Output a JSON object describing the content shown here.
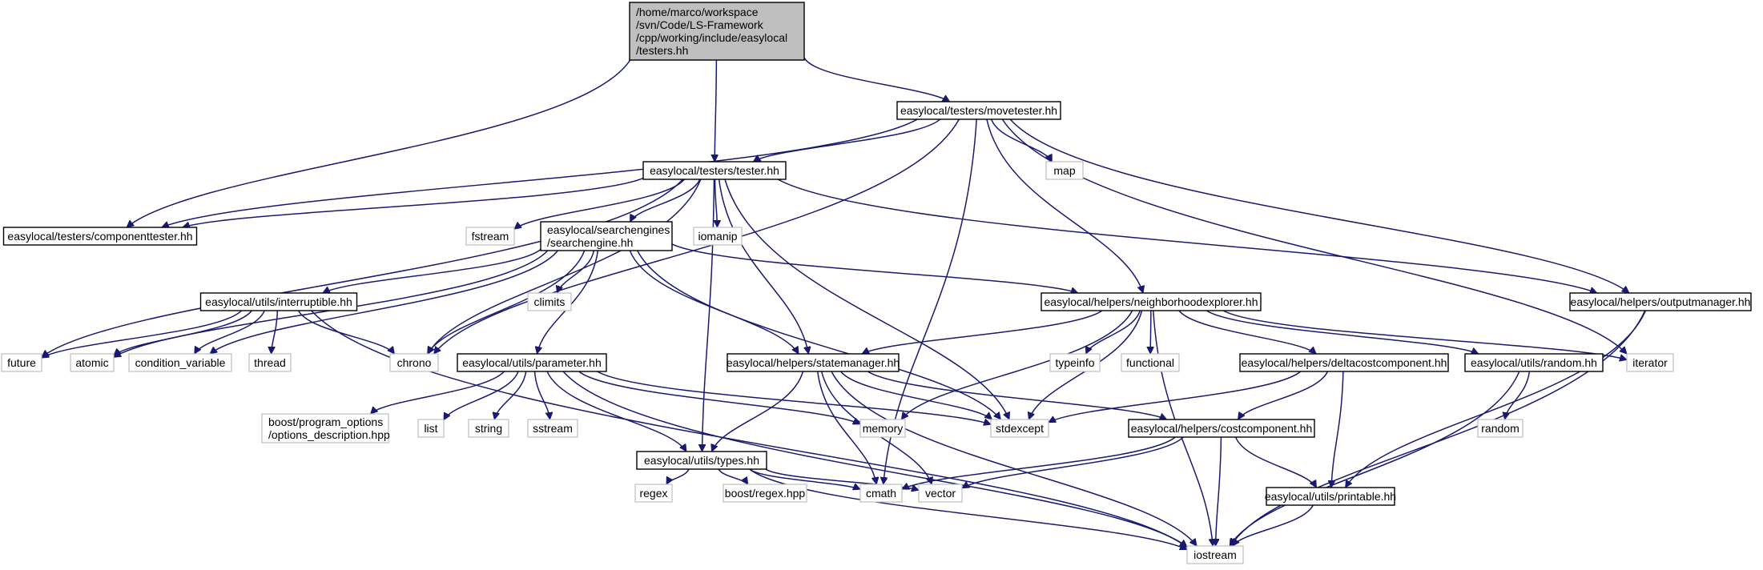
{
  "graph": {
    "nodes": [
      {
        "id": "root",
        "lines": [
          "/home/marco/workspace",
          "/svn/Code/LS-Framework",
          "/cpp/working/include/easylocal",
          "/testers.hh"
        ],
        "kind": "root"
      },
      {
        "id": "movetester",
        "lines": [
          "easylocal/testers/movetester.hh"
        ],
        "kind": "project"
      },
      {
        "id": "tester",
        "lines": [
          "easylocal/testers/tester.hh"
        ],
        "kind": "project"
      },
      {
        "id": "componenttester",
        "lines": [
          "easylocal/testers/componenttester.hh"
        ],
        "kind": "project"
      },
      {
        "id": "map",
        "lines": [
          "map"
        ],
        "kind": "system"
      },
      {
        "id": "fstream",
        "lines": [
          "fstream"
        ],
        "kind": "system"
      },
      {
        "id": "searchengine",
        "lines": [
          "easylocal/searchengines",
          "/searchengine.hh"
        ],
        "kind": "project"
      },
      {
        "id": "iomanip",
        "lines": [
          "iomanip"
        ],
        "kind": "system"
      },
      {
        "id": "outputmanager",
        "lines": [
          "easylocal/helpers/outputmanager.hh"
        ],
        "kind": "project"
      },
      {
        "id": "interruptible",
        "lines": [
          "easylocal/utils/interruptible.hh"
        ],
        "kind": "project"
      },
      {
        "id": "climits",
        "lines": [
          "climits"
        ],
        "kind": "system"
      },
      {
        "id": "neighborhoodexplorer",
        "lines": [
          "easylocal/helpers/neighborhoodexplorer.hh"
        ],
        "kind": "project"
      },
      {
        "id": "future",
        "lines": [
          "future"
        ],
        "kind": "system"
      },
      {
        "id": "atomic",
        "lines": [
          "atomic"
        ],
        "kind": "system"
      },
      {
        "id": "condition_variable",
        "lines": [
          "condition_variable"
        ],
        "kind": "system"
      },
      {
        "id": "thread",
        "lines": [
          "thread"
        ],
        "kind": "system"
      },
      {
        "id": "chrono",
        "lines": [
          "chrono"
        ],
        "kind": "system"
      },
      {
        "id": "parameter",
        "lines": [
          "easylocal/utils/parameter.hh"
        ],
        "kind": "project"
      },
      {
        "id": "statemanager",
        "lines": [
          "easylocal/helpers/statemanager.hh"
        ],
        "kind": "project"
      },
      {
        "id": "typeinfo",
        "lines": [
          "typeinfo"
        ],
        "kind": "system"
      },
      {
        "id": "functional",
        "lines": [
          "functional"
        ],
        "kind": "system"
      },
      {
        "id": "deltacostcomponent",
        "lines": [
          "easylocal/helpers/deltacostcomponent.hh"
        ],
        "kind": "project"
      },
      {
        "id": "random_hh",
        "lines": [
          "easylocal/utils/random.hh"
        ],
        "kind": "project"
      },
      {
        "id": "iterator",
        "lines": [
          "iterator"
        ],
        "kind": "system"
      },
      {
        "id": "boost_po",
        "lines": [
          "boost/program_options",
          "/options_description.hpp"
        ],
        "kind": "system"
      },
      {
        "id": "list",
        "lines": [
          "list"
        ],
        "kind": "system"
      },
      {
        "id": "string",
        "lines": [
          "string"
        ],
        "kind": "system"
      },
      {
        "id": "sstream",
        "lines": [
          "sstream"
        ],
        "kind": "system"
      },
      {
        "id": "memory",
        "lines": [
          "memory"
        ],
        "kind": "system"
      },
      {
        "id": "types",
        "lines": [
          "easylocal/utils/types.hh"
        ],
        "kind": "project"
      },
      {
        "id": "stdexcept",
        "lines": [
          "stdexcept"
        ],
        "kind": "system"
      },
      {
        "id": "costcomponent",
        "lines": [
          "easylocal/helpers/costcomponent.hh"
        ],
        "kind": "project"
      },
      {
        "id": "random",
        "lines": [
          "random"
        ],
        "kind": "system"
      },
      {
        "id": "regex",
        "lines": [
          "regex"
        ],
        "kind": "system"
      },
      {
        "id": "boost_regex",
        "lines": [
          "boost/regex.hpp"
        ],
        "kind": "system"
      },
      {
        "id": "cmath",
        "lines": [
          "cmath"
        ],
        "kind": "system"
      },
      {
        "id": "vector",
        "lines": [
          "vector"
        ],
        "kind": "system"
      },
      {
        "id": "printable",
        "lines": [
          "easylocal/utils/printable.hh"
        ],
        "kind": "project"
      },
      {
        "id": "iostream",
        "lines": [
          "iostream"
        ],
        "kind": "system"
      }
    ],
    "edges": [
      [
        "root",
        "componenttester"
      ],
      [
        "root",
        "tester"
      ],
      [
        "root",
        "movetester"
      ],
      [
        "movetester",
        "componenttester"
      ],
      [
        "movetester",
        "tester"
      ],
      [
        "movetester",
        "chrono"
      ],
      [
        "movetester",
        "map"
      ],
      [
        "movetester",
        "cmath"
      ],
      [
        "movetester",
        "neighborhoodexplorer"
      ],
      [
        "movetester",
        "iterator"
      ],
      [
        "movetester",
        "outputmanager"
      ],
      [
        "tester",
        "componenttester"
      ],
      [
        "tester",
        "fstream"
      ],
      [
        "tester",
        "searchengine"
      ],
      [
        "tester",
        "iomanip"
      ],
      [
        "tester",
        "future"
      ],
      [
        "tester",
        "chrono"
      ],
      [
        "tester",
        "types"
      ],
      [
        "tester",
        "statemanager"
      ],
      [
        "tester",
        "stdexcept"
      ],
      [
        "tester",
        "outputmanager"
      ],
      [
        "searchengine",
        "interruptible"
      ],
      [
        "searchengine",
        "atomic"
      ],
      [
        "searchengine",
        "condition_variable"
      ],
      [
        "searchengine",
        "climits"
      ],
      [
        "searchengine",
        "chrono"
      ],
      [
        "searchengine",
        "parameter"
      ],
      [
        "searchengine",
        "statemanager"
      ],
      [
        "searchengine",
        "stdexcept"
      ],
      [
        "searchengine",
        "neighborhoodexplorer"
      ],
      [
        "interruptible",
        "future"
      ],
      [
        "interruptible",
        "atomic"
      ],
      [
        "interruptible",
        "condition_variable"
      ],
      [
        "interruptible",
        "thread"
      ],
      [
        "interruptible",
        "chrono"
      ],
      [
        "interruptible",
        "iostream"
      ],
      [
        "parameter",
        "boost_po"
      ],
      [
        "parameter",
        "list"
      ],
      [
        "parameter",
        "string"
      ],
      [
        "parameter",
        "sstream"
      ],
      [
        "parameter",
        "types"
      ],
      [
        "parameter",
        "memory"
      ],
      [
        "parameter",
        "stdexcept"
      ],
      [
        "parameter",
        "iostream"
      ],
      [
        "neighborhoodexplorer",
        "statemanager"
      ],
      [
        "neighborhoodexplorer",
        "typeinfo"
      ],
      [
        "neighborhoodexplorer",
        "functional"
      ],
      [
        "neighborhoodexplorer",
        "deltacostcomponent"
      ],
      [
        "neighborhoodexplorer",
        "random_hh"
      ],
      [
        "neighborhoodexplorer",
        "iterator"
      ],
      [
        "neighborhoodexplorer",
        "memory"
      ],
      [
        "neighborhoodexplorer",
        "stdexcept"
      ],
      [
        "neighborhoodexplorer",
        "iostream"
      ],
      [
        "statemanager",
        "types"
      ],
      [
        "statemanager",
        "stdexcept"
      ],
      [
        "statemanager",
        "costcomponent"
      ],
      [
        "statemanager",
        "cmath"
      ],
      [
        "statemanager",
        "vector"
      ],
      [
        "statemanager",
        "iostream"
      ],
      [
        "deltacostcomponent",
        "stdexcept"
      ],
      [
        "deltacostcomponent",
        "costcomponent"
      ],
      [
        "deltacostcomponent",
        "printable"
      ],
      [
        "random_hh",
        "random"
      ],
      [
        "random_hh",
        "iostream"
      ],
      [
        "outputmanager",
        "printable"
      ],
      [
        "outputmanager",
        "iostream"
      ],
      [
        "types",
        "regex"
      ],
      [
        "types",
        "boost_regex"
      ],
      [
        "types",
        "cmath"
      ],
      [
        "types",
        "vector"
      ],
      [
        "types",
        "iostream"
      ],
      [
        "costcomponent",
        "cmath"
      ],
      [
        "costcomponent",
        "vector"
      ],
      [
        "costcomponent",
        "printable"
      ],
      [
        "costcomponent",
        "iostream"
      ],
      [
        "printable",
        "iostream"
      ]
    ]
  }
}
